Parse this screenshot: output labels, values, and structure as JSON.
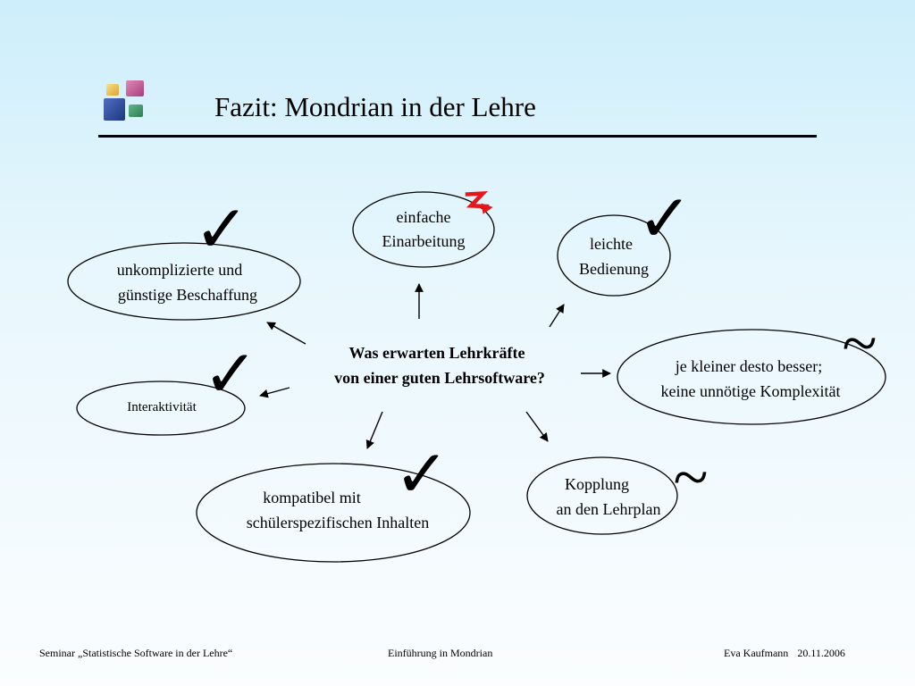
{
  "slide": {
    "title": "Fazit: Mondrian in der Lehre"
  },
  "diagram": {
    "center": {
      "line1": "Was erwarten Lehrkräfte",
      "line2": "von einer guten Lehrsoftware?"
    },
    "nodes": [
      {
        "line1": "einfache",
        "line2": "Einarbeitung",
        "rating": "lightning-icon"
      },
      {
        "line1": "leichte",
        "line2": "Bedienung",
        "rating": "checkmark-icon"
      },
      {
        "line1": "unkomplizierte und",
        "line2": "günstige Beschaffung",
        "rating": "checkmark-icon"
      },
      {
        "line1": "je kleiner desto besser;",
        "line2": "keine unnötige Komplexität",
        "rating": "tilde-icon"
      },
      {
        "line1": "Interaktivität",
        "rating": "checkmark-icon"
      },
      {
        "line1": "kompatibel mit",
        "line2": "schülerspezifischen Inhalten",
        "rating": "checkmark-icon"
      },
      {
        "line1": "Kopplung",
        "line2": "an den Lehrplan",
        "rating": "tilde-icon"
      }
    ],
    "symbols": {
      "check": "✓",
      "tilde": "~"
    },
    "colors": {
      "check": "#108a6b",
      "tilde": "#ee7a1a",
      "lightning": "#e8151b"
    }
  },
  "footer": {
    "seminar": "Seminar „Statistische Software in der Lehre“",
    "topic": "Einführung in Mondrian",
    "author": "Eva Kaufmann",
    "date": "20.11.2006"
  }
}
